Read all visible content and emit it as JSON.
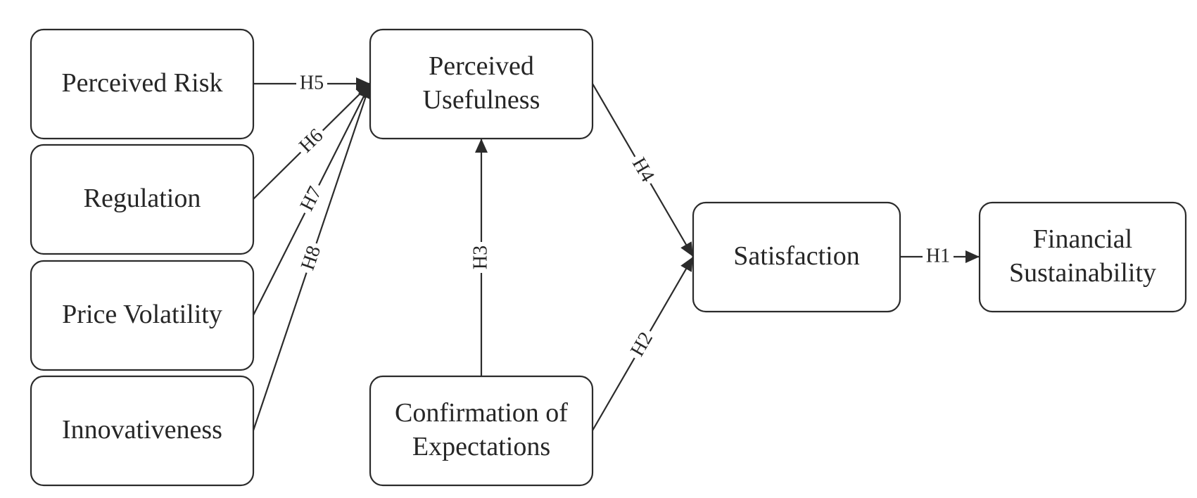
{
  "nodes": [
    {
      "id": "perceived-risk",
      "lines": [
        "Perceived Risk"
      ]
    },
    {
      "id": "regulation",
      "lines": [
        "Regulation"
      ]
    },
    {
      "id": "price-volatility",
      "lines": [
        "Price Volatility"
      ]
    },
    {
      "id": "innovativeness",
      "lines": [
        "Innovativeness"
      ]
    },
    {
      "id": "perceived-usefulness",
      "lines": [
        "Perceived",
        "Usefulness"
      ]
    },
    {
      "id": "confirmation-of-expectations",
      "lines": [
        "Confirmation of",
        "Expectations"
      ]
    },
    {
      "id": "satisfaction",
      "lines": [
        "Satisfaction"
      ]
    },
    {
      "id": "financial-sustainability",
      "lines": [
        "Financial",
        "Sustainability"
      ]
    }
  ],
  "edges": [
    {
      "id": "h5",
      "label": "H5",
      "from": "perceived-risk",
      "to": "perceived-usefulness"
    },
    {
      "id": "h6",
      "label": "H6",
      "from": "regulation",
      "to": "perceived-usefulness"
    },
    {
      "id": "h7",
      "label": "H7",
      "from": "price-volatility",
      "to": "perceived-usefulness"
    },
    {
      "id": "h8",
      "label": "H8",
      "from": "innovativeness",
      "to": "perceived-usefulness"
    },
    {
      "id": "h3",
      "label": "H3",
      "from": "confirmation-of-expectations",
      "to": "perceived-usefulness"
    },
    {
      "id": "h4",
      "label": "H4",
      "from": "perceived-usefulness",
      "to": "satisfaction"
    },
    {
      "id": "h2",
      "label": "H2",
      "from": "confirmation-of-expectations",
      "to": "satisfaction"
    },
    {
      "id": "h1",
      "label": "H1",
      "from": "satisfaction",
      "to": "financial-sustainability"
    }
  ]
}
